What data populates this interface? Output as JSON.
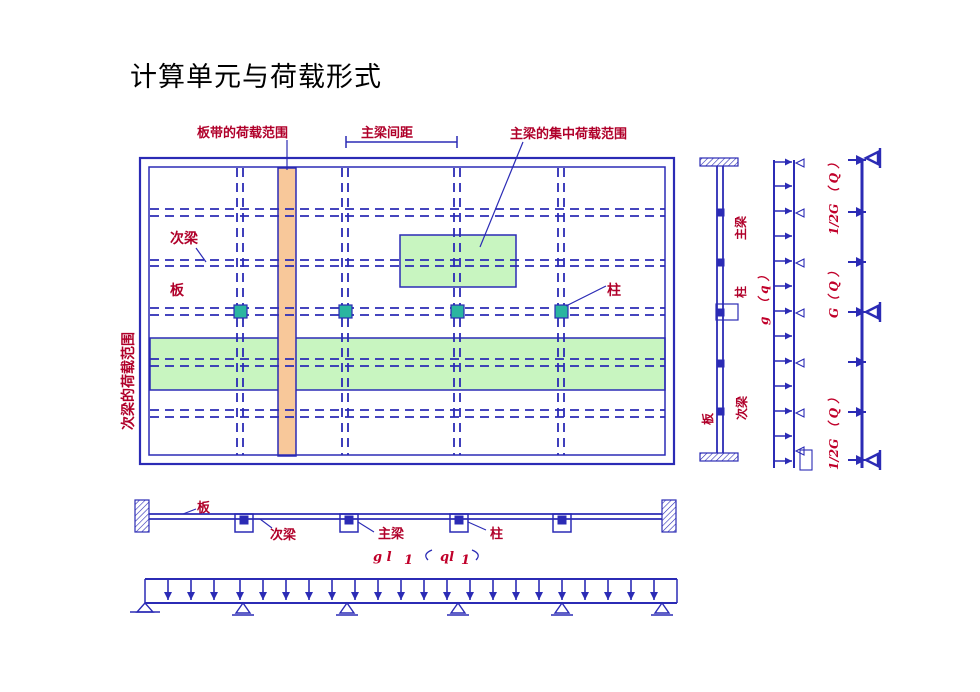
{
  "title": "计算单元与荷载形式",
  "plan": {
    "label_strip": "板带的荷载范围",
    "label_spacing": "主梁间距",
    "label_concentrated": "主梁的集中荷载范围",
    "label_secondary_beam": "次梁",
    "label_slab": "板",
    "label_column": "柱",
    "label_secondary_range": "次梁的荷载范围"
  },
  "section_right": {
    "label_main_beam": "主梁",
    "label_column": "柱",
    "label_slab": "板",
    "label_secondary_beam": "次梁",
    "load_g": "g",
    "load_q": "（ q ）",
    "load_halfG": "1/2G （ Q ）",
    "load_G": "G（ Q ）",
    "load_halfG_bottom": "1/2G （ Q ）"
  },
  "section_bottom": {
    "label_slab": "板",
    "label_secondary_beam": "次梁",
    "label_main_beam": "主梁",
    "label_column": "柱",
    "load_text_1": "g l",
    "load_text_2": "1",
    "load_text_3": "ql",
    "load_text_4": "1"
  },
  "colors": {
    "line": "#2b2bb5",
    "label": "#b0002a",
    "strip_fill": "#f8c89a",
    "range_fill": "#c8f5c0",
    "column_fill": "#2ab5a0"
  }
}
